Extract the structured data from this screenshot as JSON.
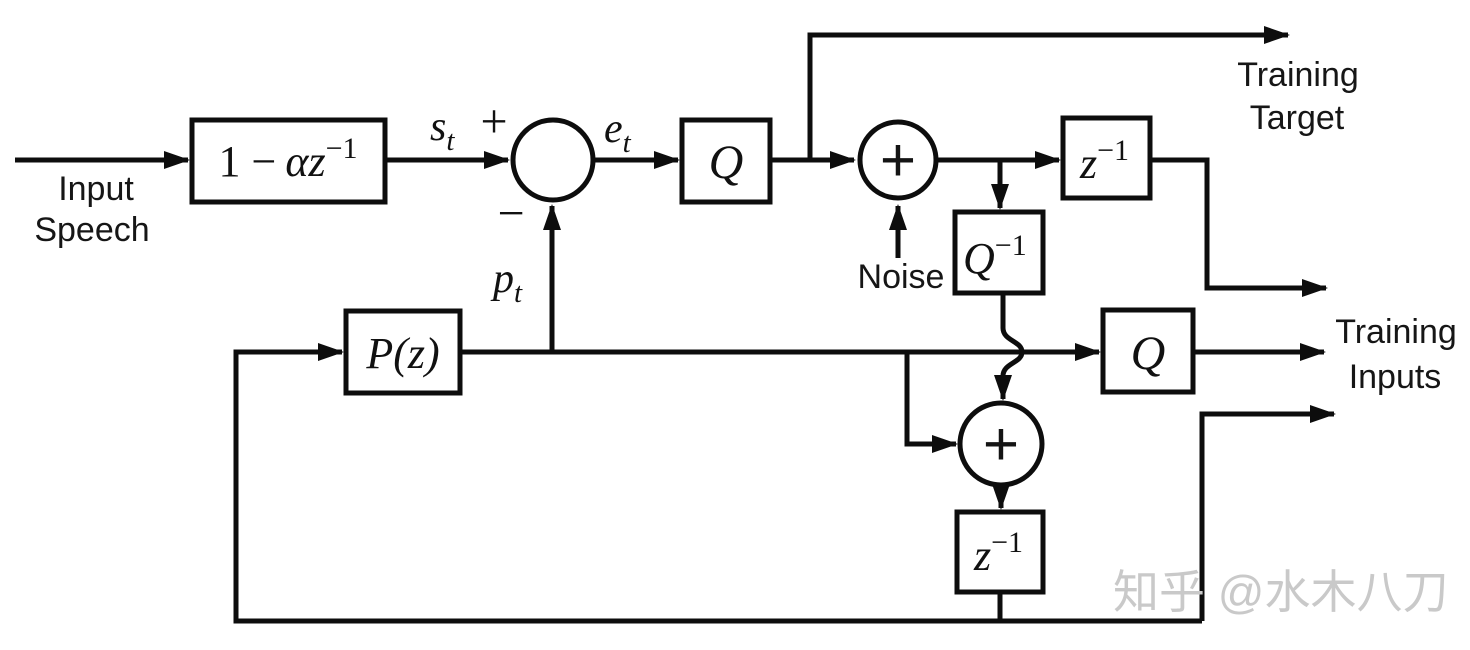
{
  "diagram": {
    "labels": {
      "input_speech_line1": "Input",
      "input_speech_line2": "Speech",
      "training_target_line1": "Training",
      "training_target_line2": "Target",
      "training_inputs_line1": "Training",
      "training_inputs_line2": "Inputs",
      "noise": "Noise",
      "plus_sign": "+",
      "minus_sign": "−"
    },
    "signals": {
      "s": {
        "base": "s",
        "sub": "t"
      },
      "e": {
        "base": "e",
        "sub": "t"
      },
      "p": {
        "base": "p",
        "sub": "t"
      }
    },
    "blocks": {
      "preemphasis": {
        "pre": "1 −",
        "var": "αz",
        "sup": "−1"
      },
      "quantizer_top": "Q",
      "delay_top": {
        "base": "z",
        "sup": "−1"
      },
      "inverse_quantizer": {
        "base": "Q",
        "sup": "−1"
      },
      "quantizer_bottom": "Q",
      "predictor": "P(z)",
      "delay_bottom": {
        "base": "z",
        "sup": "−1"
      }
    },
    "adders": {
      "noise_adder_plus": "+",
      "bottom_adder_plus": "+"
    },
    "watermark": "知乎 @水木八刀",
    "colors": {
      "line": "#0d0d0d",
      "noise_adder_fill": "#F2B13D",
      "watermark": "#c9c9c9"
    }
  }
}
